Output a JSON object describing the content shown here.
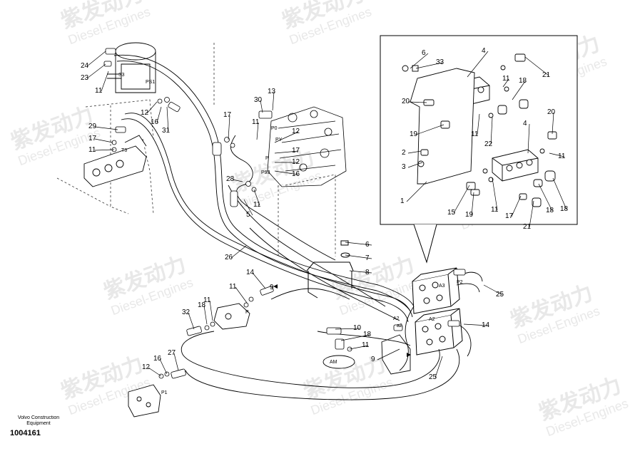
{
  "watermark": {
    "brand": "紫发动力",
    "sub": "Diesel-Engines",
    "color": "#e6e6e6"
  },
  "footer": {
    "line1": "Volvo Construction",
    "line2": "Equipment",
    "doc_id": "1004161"
  },
  "callouts": [
    "24",
    "23",
    "11",
    "12",
    "16",
    "31",
    "29",
    "17",
    "11",
    "30",
    "13",
    "17",
    "11",
    "12",
    "17",
    "12",
    "16",
    "28",
    "11",
    "5",
    "26",
    "6",
    "7",
    "8",
    "14",
    "11",
    "18",
    "11",
    "32",
    "9",
    "10",
    "18",
    "11",
    "9",
    "25",
    "14",
    "25",
    "12",
    "16",
    "27",
    "6",
    "33",
    "4",
    "11",
    "18",
    "21",
    "20",
    "19",
    "11",
    "22",
    "2",
    "3",
    "1",
    "20",
    "4",
    "11",
    "15",
    "19",
    "11",
    "17",
    "21",
    "18",
    "18"
  ],
  "port_labels": [
    "S3",
    "PS1",
    "T3",
    "PY",
    "P0",
    "P",
    "P93",
    "P",
    "A2",
    "A3",
    "P2",
    "a2",
    "A2",
    "AM",
    "P1"
  ]
}
